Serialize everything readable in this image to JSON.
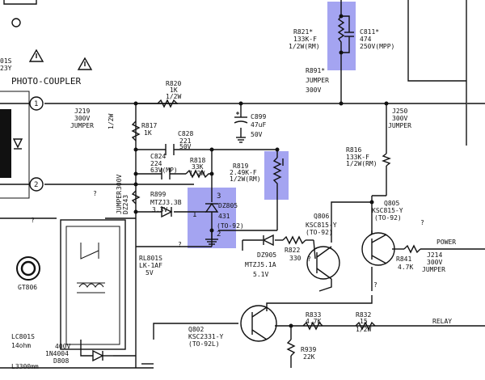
{
  "labels": {
    "r821": "R821*",
    "r821_v": "133K-F",
    "r821_p": "1/2W(RM)",
    "c811": "C811*",
    "c811_v": "474",
    "c811_p": "250V(MPP)",
    "r891": "R891*",
    "r891_j": "JUMPER",
    "r891_v": "300V",
    "d801s": "01S",
    "d801s_v": "23Y",
    "photocoupler": "PHOTO-COUPLER",
    "r820": "R820",
    "r820_v": "1K",
    "r820_p": "1/2W",
    "j219": "J219",
    "j219_v": "300V",
    "j219_j": "JUMPER",
    "half_w": "1/2W",
    "r817": "R817",
    "r817_v": "1K",
    "c828": "C828",
    "c828_v": "221",
    "c828_p": "50V",
    "c899": "C899",
    "c899_v": "47uF",
    "c899_p": "50V",
    "c824": "C824",
    "c824_v": "224",
    "c824_p": "63V(MP)",
    "r818": "R818",
    "r818_v": "33K",
    "r818_p": "1/2W",
    "r819": "R819",
    "r819_v": "2.49K-F",
    "r819_p": "1/2W(RM)",
    "r816": "R816",
    "r816_v": "133K-F",
    "r816_p": "1/2W(RM)",
    "j250": "J250",
    "j250_v": "300V",
    "j250_j": "JUMPER",
    "j243": "JUMPER",
    "j243_v": "300V",
    "j243_n": "DZ243",
    "r899": "R899",
    "dz_mtzj33b": "MTZJ3.3B",
    "dz_33v": "3.3V",
    "dz805": "DZ805",
    "dz805_v": "431",
    "dz805_p": "(TO-92)",
    "pin1": "1",
    "pin2": "2",
    "pin3": "3",
    "q806": "Q806",
    "q806_v": "KSC815-Y",
    "q806_p": "(TO-92)",
    "q805": "Q805",
    "q805_v": "KSC815-Y",
    "q805_p": "(TO-92)",
    "dz905": "DZ905",
    "dz905_v": "MTZJ5.1A",
    "dz905_p": "5.1V",
    "r822": "R822",
    "r822_v": "330",
    "power": "POWER",
    "r841": "R841",
    "r841_v": "4.7K",
    "j214": "J214",
    "j214_v": "300V",
    "j214_j": "JUMPER",
    "rl801s": "RL801S",
    "rl801s_v": "LK-1AF",
    "rl801s_p": "5V",
    "gt806": "GT806",
    "lc801s": "LC801S",
    "lc801s_v": "14ohm",
    "l3300": "L3300mm",
    "d808_v": "400V",
    "d808_t": "1N4004",
    "d808": "D808",
    "q802": "Q802",
    "q802_v": "KSC2331-Y",
    "q802_p": "(TO-92L)",
    "r833": "R833",
    "r833_v": "4.7K",
    "r832": "R832",
    "r832_v": "15",
    "r832_p": "1/2W",
    "relay": "RELAY",
    "r939": "R939",
    "r939_v": "22K",
    "q1": "?",
    "q2": "?",
    "q3": "?",
    "q4": "?",
    "q5": "?",
    "q6": "?",
    "conn1": "1",
    "conn2": "2"
  }
}
